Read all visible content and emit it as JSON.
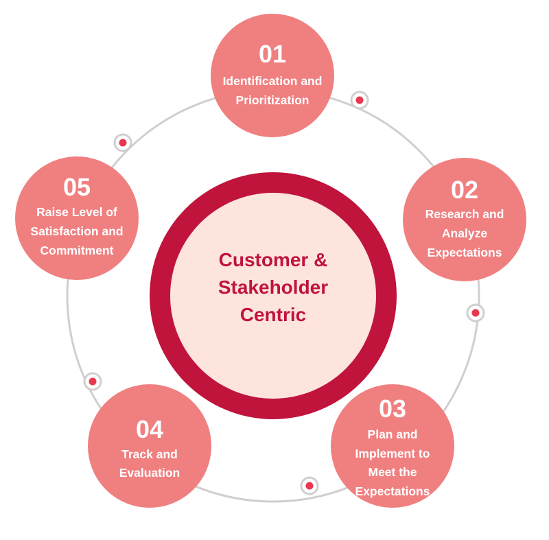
{
  "center": {
    "lines": [
      "Customer &",
      "Stakeholder",
      "Centric"
    ]
  },
  "steps": [
    {
      "number": "01",
      "lines": [
        "Identification and",
        "Prioritization"
      ]
    },
    {
      "number": "02",
      "lines": [
        "Research and",
        "Analyze",
        "Expectations"
      ]
    },
    {
      "number": "03",
      "lines": [
        "Plan and",
        "Implement to",
        "Meet the",
        "Expectations"
      ]
    },
    {
      "number": "04",
      "lines": [
        "Track and",
        "Evaluation"
      ]
    },
    {
      "number": "05",
      "lines": [
        "Raise Level of",
        "Satisfaction and",
        "Commitment"
      ]
    }
  ],
  "colors": {
    "node_fill": "#f07f80",
    "center_ring": "#c0143c",
    "center_fill": "#fde5dd",
    "center_text": "#c0143c",
    "connector": "#cfcfcf",
    "dot": "#e8384f"
  }
}
